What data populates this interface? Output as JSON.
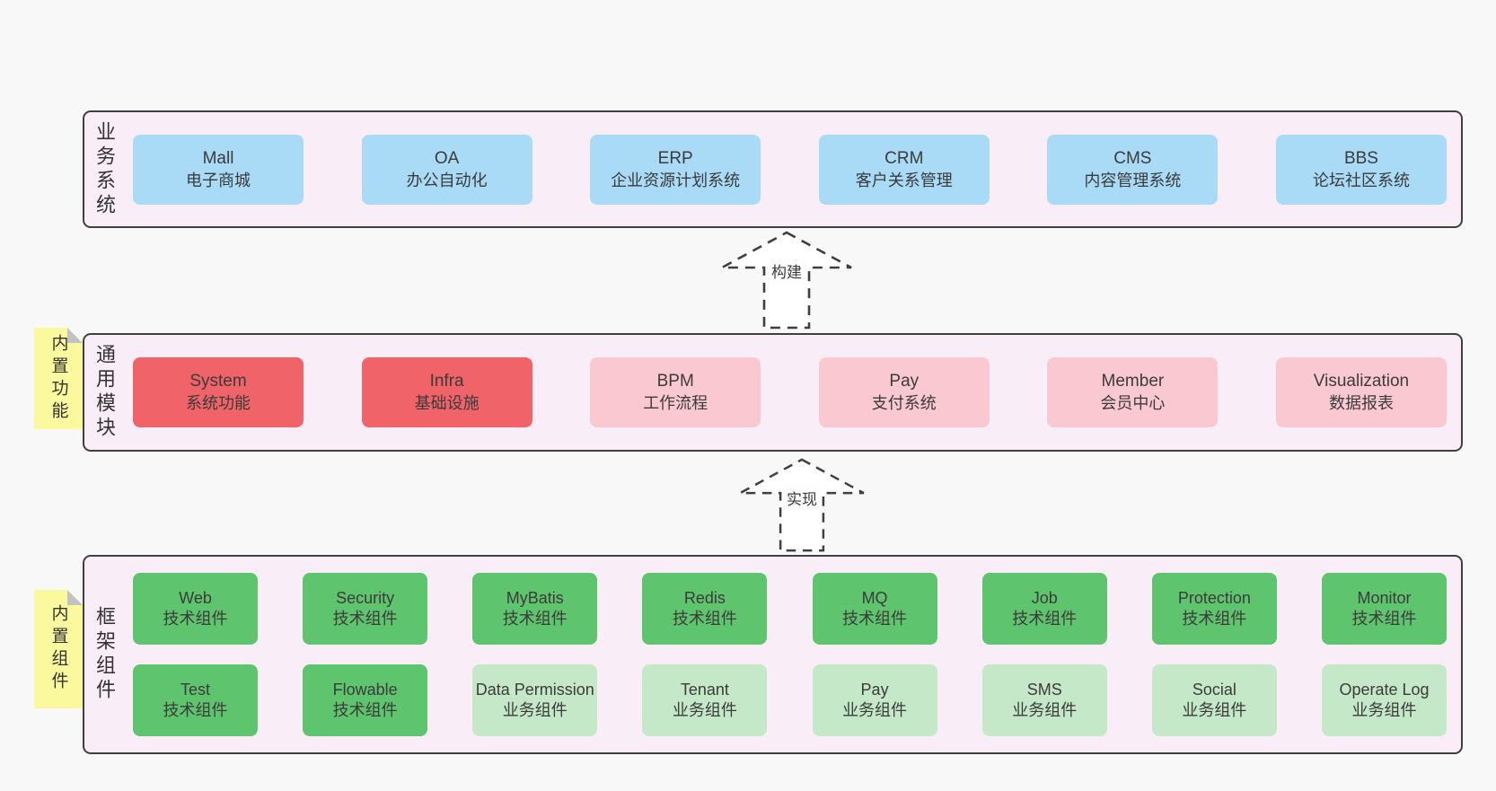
{
  "diagram": {
    "bands": [
      {
        "label": "业务系统",
        "boxes": [
          {
            "name": "Mall",
            "desc": "电子商城"
          },
          {
            "name": "OA",
            "desc": "办公自动化"
          },
          {
            "name": "ERP",
            "desc": "企业资源计划系统"
          },
          {
            "name": "CRM",
            "desc": "客户关系管理"
          },
          {
            "name": "CMS",
            "desc": "内容管理系统"
          },
          {
            "name": "BBS",
            "desc": "论坛社区系统"
          }
        ]
      },
      {
        "label": "通用模块",
        "sticky": "内置功能",
        "boxes": [
          {
            "name": "System",
            "desc": "系统功能"
          },
          {
            "name": "Infra",
            "desc": "基础设施"
          },
          {
            "name": "BPM",
            "desc": "工作流程"
          },
          {
            "name": "Pay",
            "desc": "支付系统"
          },
          {
            "name": "Member",
            "desc": "会员中心"
          },
          {
            "name": "Visualization",
            "desc": "数据报表"
          }
        ]
      },
      {
        "label": "框架组件",
        "sticky": "内置组件",
        "rows": [
          [
            {
              "name": "Web",
              "desc": "技术组件"
            },
            {
              "name": "Security",
              "desc": "技术组件"
            },
            {
              "name": "MyBatis",
              "desc": "技术组件"
            },
            {
              "name": "Redis",
              "desc": "技术组件"
            },
            {
              "name": "MQ",
              "desc": "技术组件"
            },
            {
              "name": "Job",
              "desc": "技术组件"
            },
            {
              "name": "Protection",
              "desc": "技术组件"
            },
            {
              "name": "Monitor",
              "desc": "技术组件"
            }
          ],
          [
            {
              "name": "Test",
              "desc": "技术组件"
            },
            {
              "name": "Flowable",
              "desc": "技术组件"
            },
            {
              "name": "Data Permission",
              "desc": "业务组件"
            },
            {
              "name": "Tenant",
              "desc": "业务组件"
            },
            {
              "name": "Pay",
              "desc": "业务组件"
            },
            {
              "name": "SMS",
              "desc": "业务组件"
            },
            {
              "name": "Social",
              "desc": "业务组件"
            },
            {
              "name": "Operate Log",
              "desc": "业务组件"
            }
          ]
        ]
      }
    ],
    "arrows": [
      {
        "label": "构建"
      },
      {
        "label": "实现"
      }
    ],
    "colors": {
      "page_bg": "#f8f8f8",
      "band_bg": "#f9eef7",
      "band_border": "#3f3f3f",
      "blue": "#a9daf6",
      "red": "#ef6369",
      "pink": "#f9c8d1",
      "green": "#5fc46e",
      "light_green": "#c5e8c8",
      "sticky_yellow": "#fbf99d",
      "sticky_fold": "#c2c2c2",
      "text": "#3b3b3b"
    }
  }
}
